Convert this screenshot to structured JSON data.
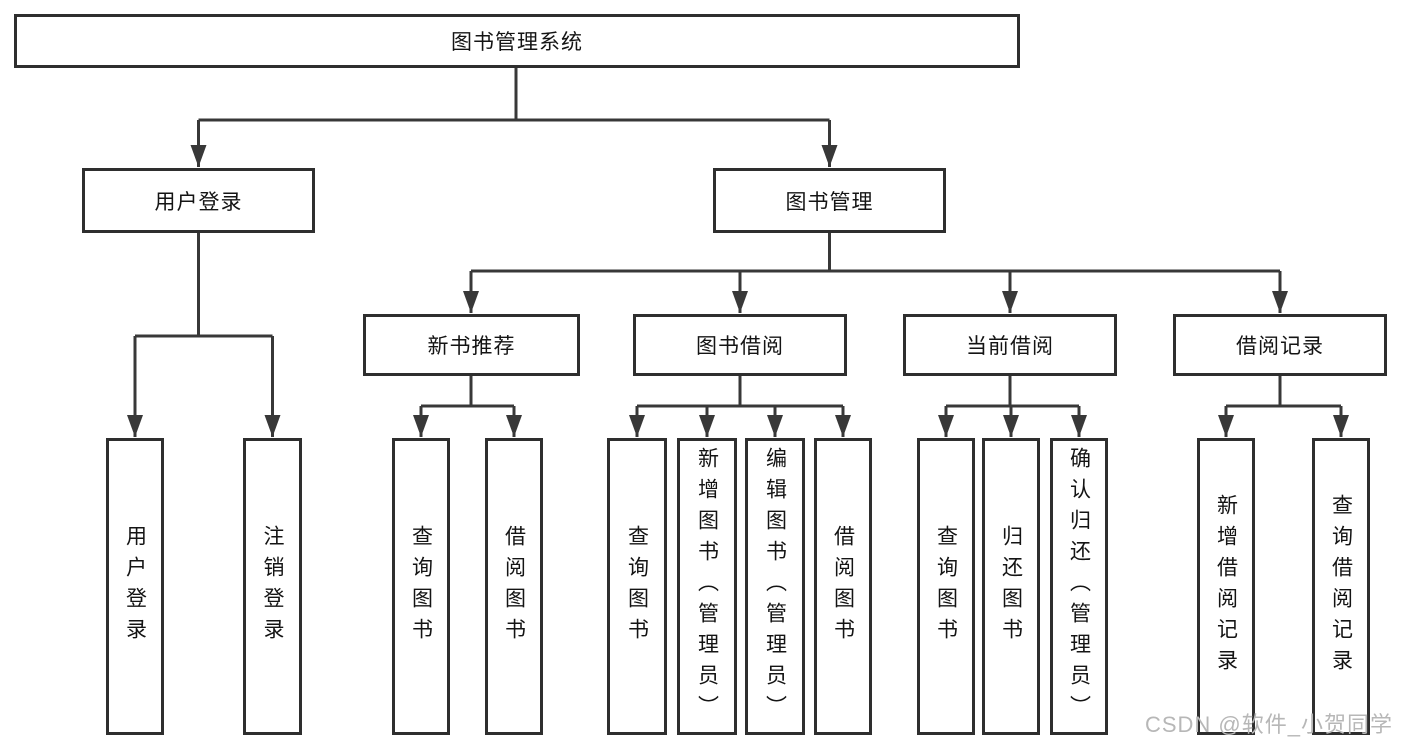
{
  "colors": {
    "line": "#383838",
    "box-border": "#2e2e2e",
    "text": "#141414",
    "bg": "#ffffff",
    "watermark": "#b7b7b7"
  },
  "watermark": {
    "label": "CSDN @软件_小贺同学"
  },
  "tree": {
    "label": "图书管理系统",
    "children": [
      {
        "label": "用户登录",
        "children": [
          {
            "label": "用户登录"
          },
          {
            "label": "注销登录"
          }
        ]
      },
      {
        "label": "图书管理",
        "children": [
          {
            "label": "新书推荐",
            "children": [
              {
                "label": "查询图书"
              },
              {
                "label": "借阅图书"
              }
            ]
          },
          {
            "label": "图书借阅",
            "children": [
              {
                "label": "查询图书"
              },
              {
                "label": "新增图书（管理员）"
              },
              {
                "label": "编辑图书（管理员）"
              },
              {
                "label": "借阅图书"
              }
            ]
          },
          {
            "label": "当前借阅",
            "children": [
              {
                "label": "查询图书"
              },
              {
                "label": "归还图书"
              },
              {
                "label": "确认归还（管理员）"
              }
            ]
          },
          {
            "label": "借阅记录",
            "children": [
              {
                "label": "新增借阅记录"
              },
              {
                "label": "查询借阅记录"
              }
            ]
          }
        ]
      }
    ]
  }
}
